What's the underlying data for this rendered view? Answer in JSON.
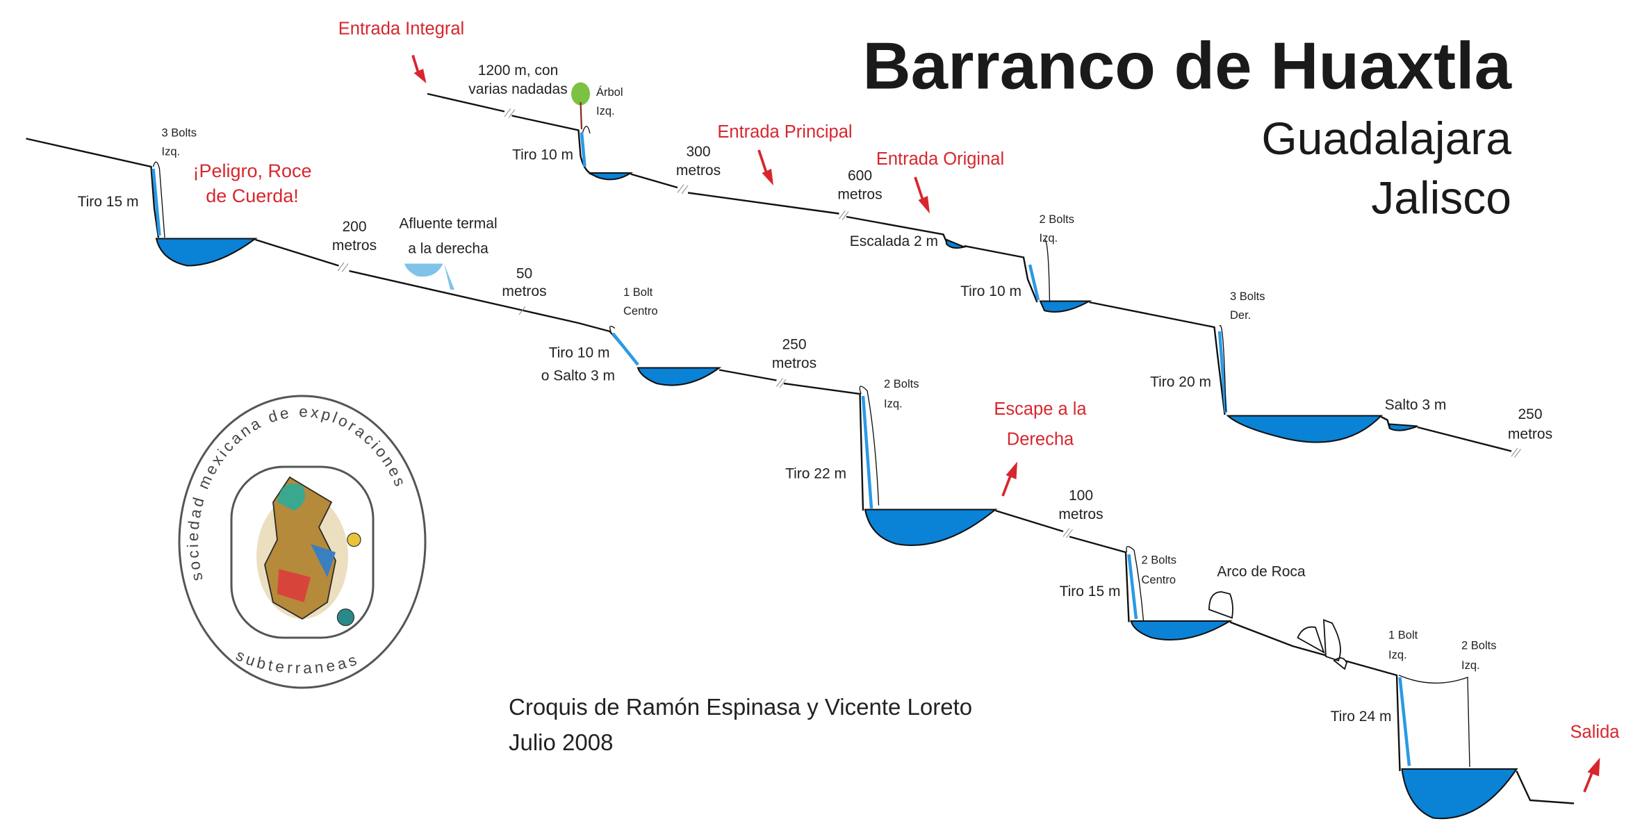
{
  "title": "Barranco de Huaxtla",
  "subtitle": [
    "Guadalajara",
    "Jalisco"
  ],
  "credits": [
    "Croquis de Ramón Espinasa y Vicente Loreto",
    "Julio 2008"
  ],
  "logo_text": [
    "sociedad mexicana de exploraciones",
    "subterraneas"
  ],
  "colors": {
    "water": "#0a82d6",
    "warning": "#d7262e",
    "tree": "#7cc242"
  },
  "entrances": {
    "integral": "Entrada Integral",
    "principal": "Entrada Principal",
    "original": "Entrada Original",
    "escape": [
      "Escape a la",
      "Derecha"
    ],
    "exit": "Salida"
  },
  "warning": [
    "¡Peligro, Roce",
    "de Cuerda!"
  ],
  "upper_route": {
    "dist_1200": [
      "1200 m, con",
      "varias nadadas"
    ],
    "tree": [
      "Árbol",
      "Izq."
    ],
    "drop_1": "Tiro 10 m",
    "dist_300": [
      "300",
      "metros"
    ],
    "dist_600": [
      "600",
      "metros"
    ],
    "climb": "Escalada 2 m",
    "bolts_2": [
      "2 Bolts",
      "Izq."
    ],
    "drop_2": "Tiro 10 m",
    "bolts_3": [
      "3 Bolts",
      "Der."
    ],
    "drop_3": "Tiro 20 m",
    "jump": "Salto 3 m",
    "dist_250": [
      "250",
      "metros"
    ]
  },
  "lower_route": {
    "bolts_1": [
      "3 Bolts",
      "Izq."
    ],
    "drop_1": "Tiro 15 m",
    "dist_200": [
      "200",
      "metros"
    ],
    "tributary": [
      "Afluente termal",
      "a la derecha"
    ],
    "dist_50": [
      "50",
      "metros"
    ],
    "bolts_2": [
      "1 Bolt",
      "Centro"
    ],
    "drop_2": [
      "Tiro 10 m",
      "o Salto 3 m"
    ],
    "dist_250": [
      "250",
      "metros"
    ],
    "bolts_3": [
      "2 Bolts",
      "Izq."
    ],
    "drop_3": "Tiro 22 m",
    "dist_100": [
      "100",
      "metros"
    ],
    "bolts_4": [
      "2 Bolts",
      "Centro"
    ],
    "drop_4": "Tiro 15 m",
    "arch": "Arco de Roca",
    "bolts_5": [
      "1 Bolt",
      "Izq."
    ],
    "bolts_6": [
      "2 Bolts",
      "Izq."
    ],
    "drop_5": "Tiro 24 m"
  }
}
